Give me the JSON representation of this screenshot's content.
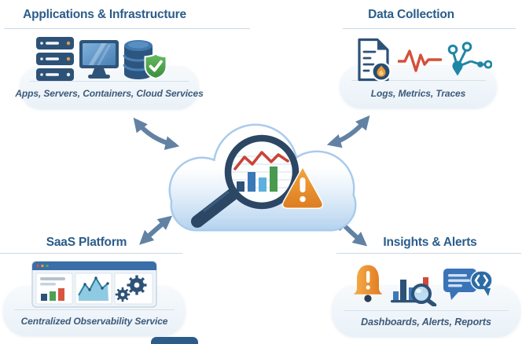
{
  "quadrants": {
    "top_left": {
      "title": "Applications & Infrastructure",
      "caption": "Apps, Servers, Containers, Cloud Services",
      "icons": [
        "server-rack-icon",
        "monitor-icon",
        "database-icon",
        "shield-check-icon"
      ]
    },
    "top_right": {
      "title": "Data Collection",
      "caption": "Logs, Metrics, Traces",
      "icons": [
        "log-document-icon",
        "metrics-waveform-icon",
        "traces-graph-icon"
      ]
    },
    "bottom_left": {
      "title": "SaaS Platform",
      "caption": "Centralized Observability Service",
      "icons": [
        "dashboard-window-icon"
      ]
    },
    "bottom_right": {
      "title": "Insights & Alerts",
      "caption": "Dashboards, Alerts, Reports",
      "icons": [
        "alert-bell-icon",
        "chart-magnifier-icon",
        "code-chat-icon"
      ]
    }
  },
  "center": {
    "description": "cloud with magnifying glass over trend line and bar chart plus warning triangle",
    "elements": [
      "cloud-icon",
      "magnifier-icon",
      "trend-line",
      "bar-chart",
      "warning-triangle-icon"
    ]
  },
  "connections": [
    "applications-infrastructure <-> cloud",
    "data-collection <-> cloud",
    "saas-platform <-> cloud",
    "insights-alerts <-> cloud"
  ],
  "colors": {
    "title_text": "#2b5c8a",
    "caption_text": "#3d5a7a",
    "divider": "#ccd9e5",
    "pill_background": "#edf3f9",
    "arrow": "#6282a4",
    "cloud_outline": "#a9cbec",
    "icon_navy": "#2e5277",
    "warning_orange": "#e8882f",
    "alert_bell_orange": "#ee9330",
    "metrics_red": "#d4503a",
    "traces_teal": "#1f86a5",
    "chart_green": "#489a50",
    "chart_blue": "#3a78b8"
  }
}
